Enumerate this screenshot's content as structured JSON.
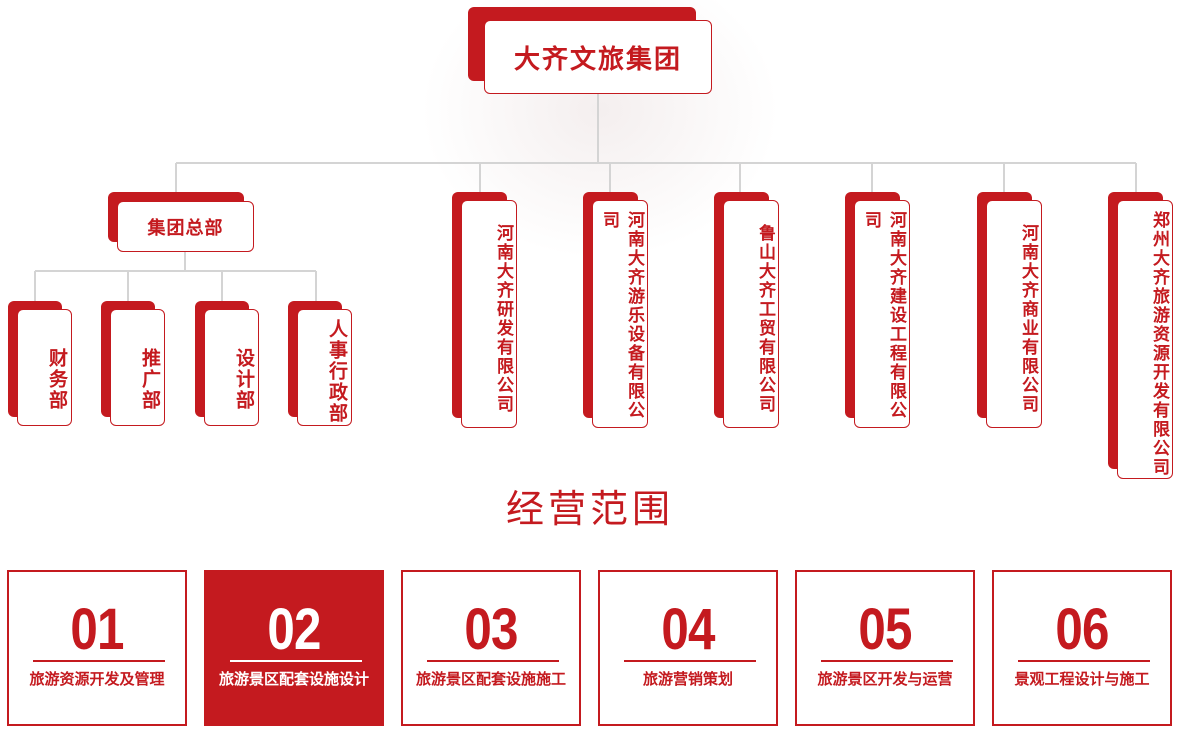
{
  "org": {
    "root": "大齐文旅集团",
    "hq": "集团总部",
    "departments": [
      "财务部",
      "推广部",
      "设计部",
      "人事行政部"
    ],
    "companies": [
      "河南大齐研发有限公司",
      "河南大齐游乐设备有限公司",
      "鲁山大齐工贸有限公司",
      "河南大齐建设工程有限公司",
      "河南大齐商业有限公司",
      "郑州大齐旅游资源开发有限公司"
    ]
  },
  "scope": {
    "title": "经营范围",
    "items": [
      {
        "num": "01",
        "label": "旅游资源开发及管理",
        "active": false
      },
      {
        "num": "02",
        "label": "旅游景区配套设施设计",
        "active": true
      },
      {
        "num": "03",
        "label": "旅游景区配套设施施工",
        "active": false
      },
      {
        "num": "04",
        "label": "旅游营销策划",
        "active": false
      },
      {
        "num": "05",
        "label": "旅游景区开发与运营",
        "active": false
      },
      {
        "num": "06",
        "label": "景观工程设计与施工",
        "active": false
      }
    ]
  },
  "colors": {
    "accent": "#c41a1f",
    "line": "#d0d0d0"
  }
}
